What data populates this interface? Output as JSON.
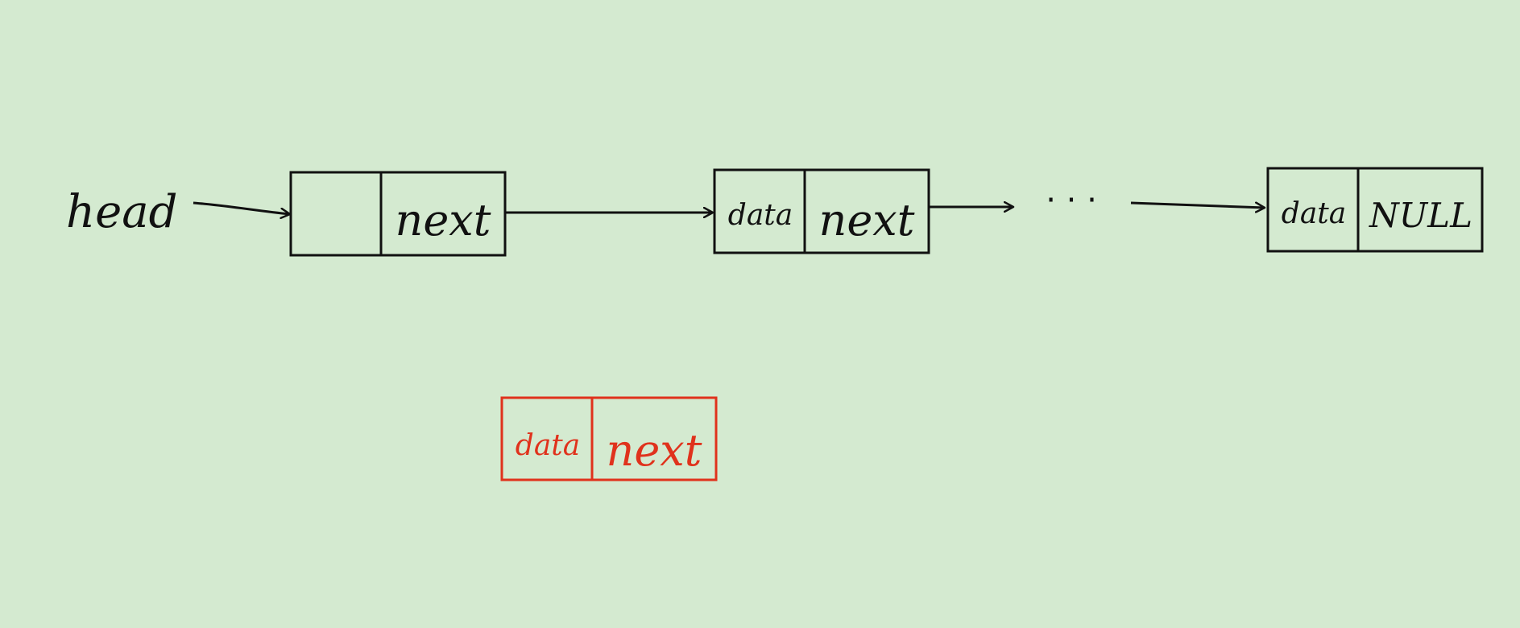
{
  "colors": {
    "background": "#d4ead0",
    "ink": "#111111",
    "highlight": "#e0321c"
  },
  "head_label": "head",
  "ellipsis": "· · ·",
  "nodes": [
    {
      "data": "",
      "next": "next"
    },
    {
      "data": "data",
      "next": "next"
    },
    {
      "data": "data",
      "next": "NULL"
    }
  ],
  "new_node": {
    "data": "data",
    "next": "next"
  }
}
